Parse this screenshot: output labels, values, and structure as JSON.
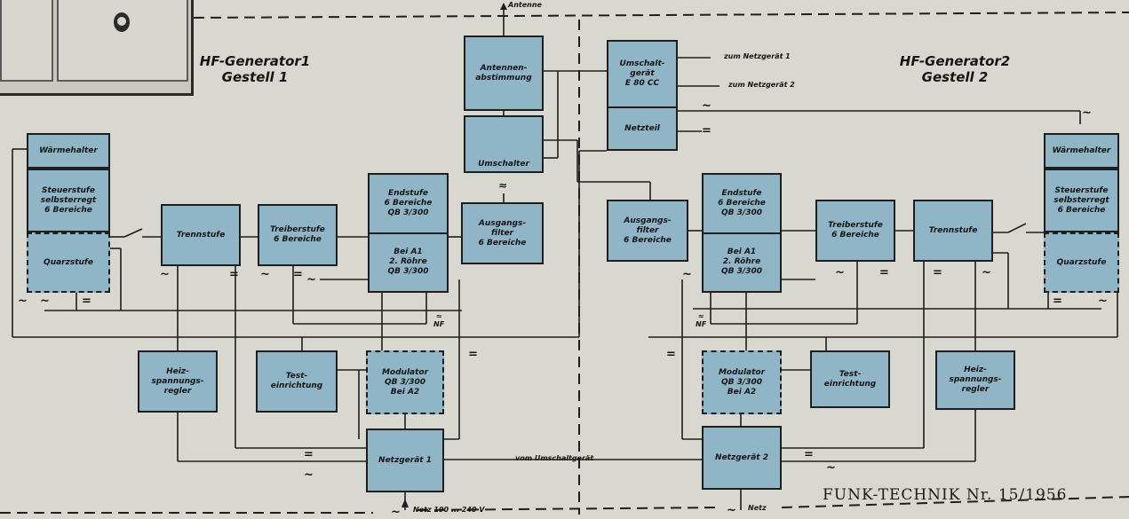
{
  "titles": {
    "gen1": "HF-Generator1\nGestell 1",
    "gen2": "HF-Generator2\nGestell 2",
    "caption": "FUNK-TECHNIK Nr. 15/1956"
  },
  "blocks": {
    "waermehalter_1": "Wärmehalter",
    "steuerstufe_1": "Steuerstufe\nselbsterregt\n6 Bereiche",
    "quarzstufe_1": "Quarzstufe",
    "trennstufe_1": "Trennstufe",
    "treiberstufe_1": "Treiberstufe\n6 Bereiche",
    "endstufe_1_top": "Endstufe\n6 Bereiche\nQB 3/300",
    "endstufe_1_bottom": "Bei A1\n2. Röhre\nQB 3/300",
    "antennenabstimmung": "Antennen-\nabstimmung",
    "umschalter": "Umschalter",
    "ausgangsfilter_1": "Ausgangs-\nfilter\n6 Bereiche",
    "umschaltgeraet": "Umschalt-\ngerät\nE 80 CC",
    "netzteil": "Netzteil",
    "ausgangsfilter_2": "Ausgangs-\nfilter\n6 Bereiche",
    "endstufe_2_top": "Endstufe\n6 Bereiche\nQB 3/300",
    "endstufe_2_bottom": "Bei A1\n2. Röhre\nQB 3/300",
    "treiberstufe_2": "Treiberstufe\n6 Bereiche",
    "trennstufe_2": "Trennstufe",
    "waermehalter_2": "Wärmehalter",
    "steuerstufe_2": "Steuerstufe\nselbsterregt\n6 Bereiche",
    "quarzstufe_2": "Quarzstufe",
    "heizspannungsregler_1": "Heiz-\nspannungs-\nregler",
    "testeinrichtung_1": "Test-\neinrichtung",
    "modulator_1": "Modulator\nQB 3/300\nBei A2",
    "netzgeraet_1": "Netzgerät 1",
    "modulator_2": "Modulator\nQB 3/300\nBei A2",
    "testeinrichtung_2": "Test-\neinrichtung",
    "heizspannungsregler_2": "Heiz-\nspannungs-\nregler",
    "netzgeraet_2": "Netzgerät 2"
  },
  "labels": {
    "antenne": "Antenne",
    "zum_netzgeraet_1": "zum Netzgerät 1",
    "zum_netzgeraet_2": "zum Netzgerät 2",
    "vom_umschaltgeraet": "vom Umschaltgerät",
    "netz_1": "Netz 190 ... 240 V",
    "netz_2": "Netz",
    "nf_1": "≈\nNF",
    "nf_2": "≈\nNF",
    "rf_sym": "≈",
    "ac": "~",
    "dc": "="
  },
  "colors": {
    "block_fill": "#8fb5c6",
    "line": "#1e1e1e",
    "paper": "#d9d8d0"
  }
}
